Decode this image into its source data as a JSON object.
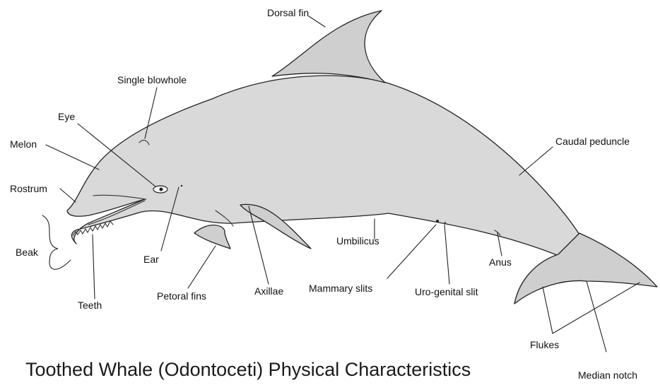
{
  "diagram": {
    "title": "Toothed Whale (Odontoceti) Physical Characteristics",
    "labels": {
      "dorsal_fin": "Dorsal fin",
      "single_blowhole": "Single blowhole",
      "eye": "Eye",
      "melon": "Melon",
      "rostrum": "Rostrum",
      "beak": "Beak",
      "teeth": "Teeth",
      "ear": "Ear",
      "petoral_fins": "Petoral fins",
      "axillae": "Axillae",
      "umbilicus": "Umbilicus",
      "mammary_slits": "Mammary slits",
      "uro_genital_slit": "Uro-genital slit",
      "anus": "Anus",
      "caudal_peduncle": "Caudal peduncle",
      "flukes": "Flukes",
      "median_notch": "Median notch"
    },
    "colors": {
      "body": "#d9d9d9",
      "outline": "#222222",
      "text": "#111111"
    }
  }
}
